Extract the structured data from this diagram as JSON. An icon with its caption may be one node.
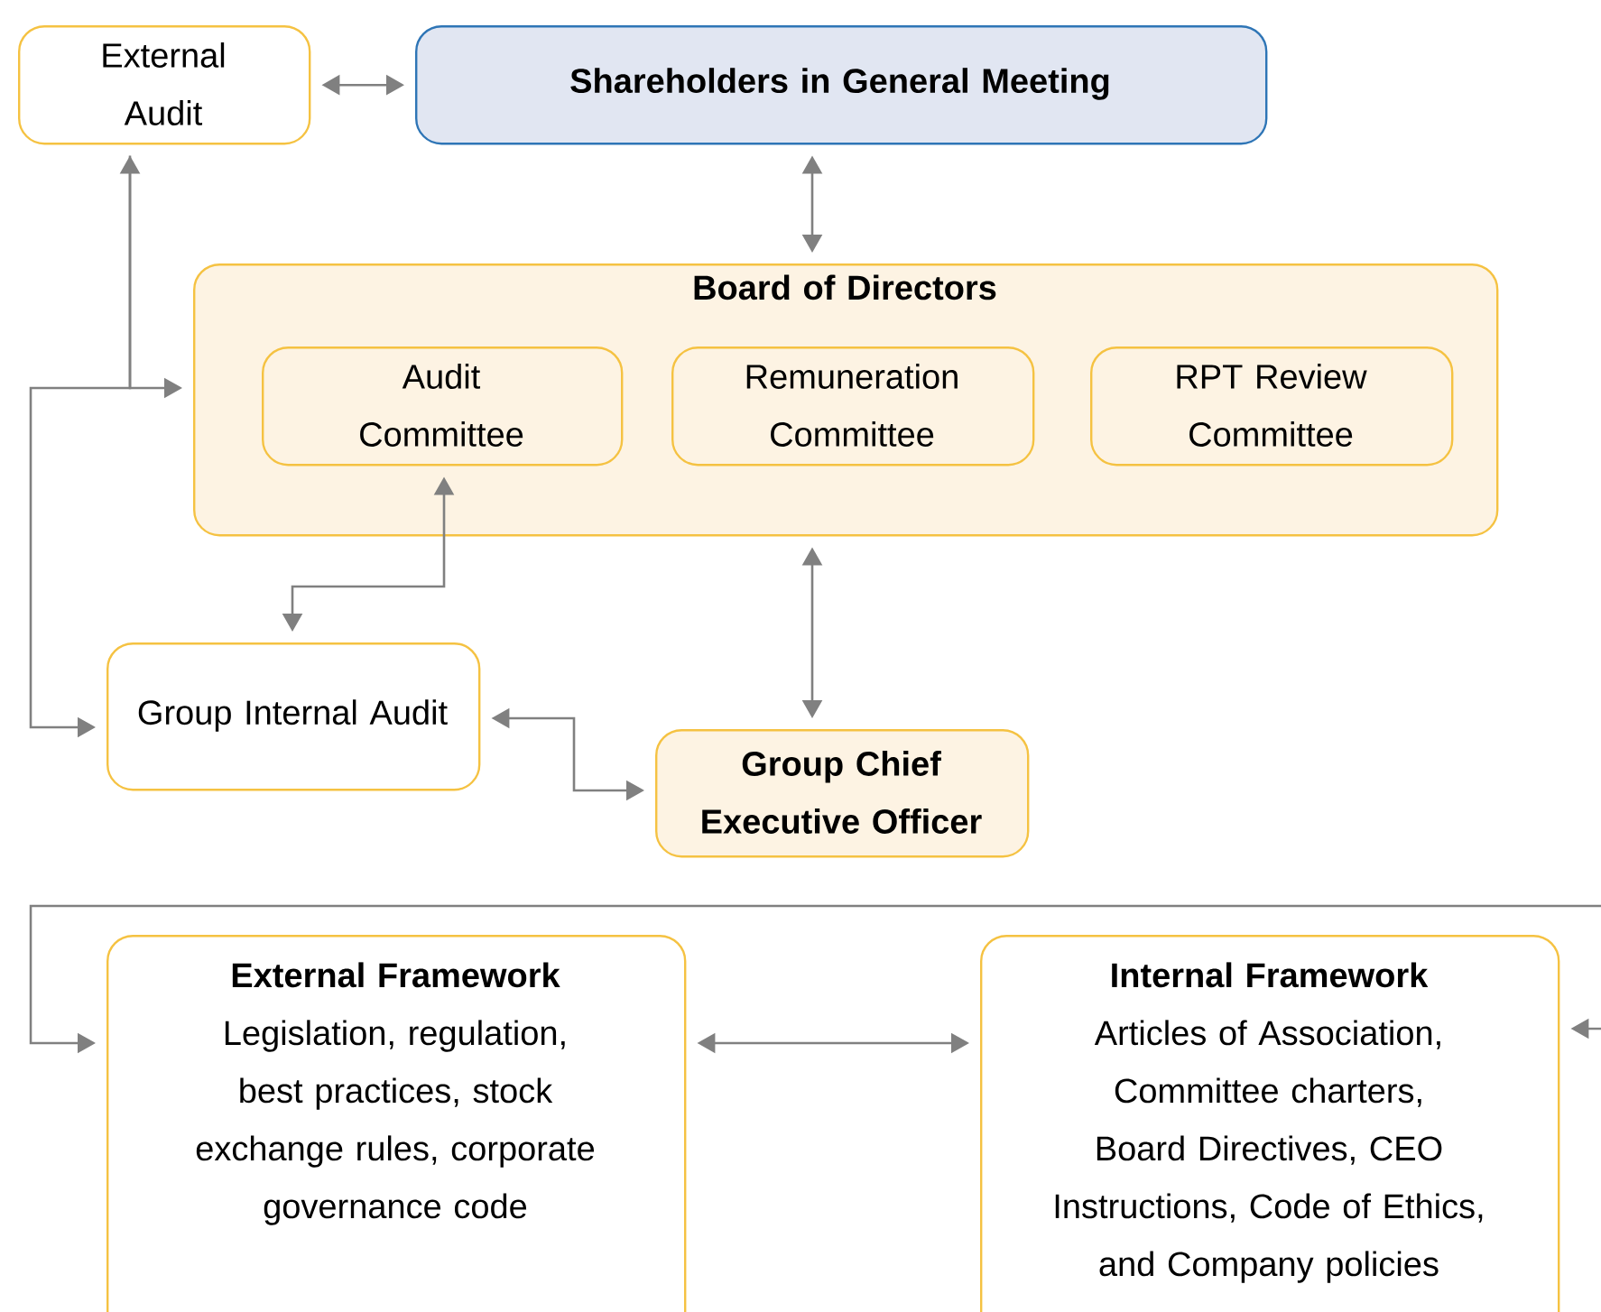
{
  "diagram": {
    "nodes": [
      {
        "text": [
          "External Audit"
        ]
      },
      {
        "text": [
          "Shareholders in General Meeting"
        ]
      },
      {
        "text": [
          "Board of Directors"
        ]
      },
      {
        "text": [
          "Audit Committee"
        ],
        "in": 2
      },
      {
        "text": [
          "Remuneration Committee"
        ],
        "in": 2
      },
      {
        "text": [
          "RPT Review Committee"
        ],
        "in": 2
      },
      {
        "text": [
          "Group Internal Audit"
        ]
      },
      {
        "text": [
          "Group Chief Executive Officer"
        ]
      },
      {
        "text": [
          "External Framework",
          "Legislation, regulation, best practices, stock exchange rules, corporate governance code"
        ]
      },
      {
        "text": [
          "Internal Framework",
          "Articles of Association, Committee charters, Board Directives, CEO Instructions, Code of Ethics, and Company policies"
        ]
      }
    ],
    "edges": [
      {
        "from": 0,
        "to": 1,
        "arrow": "both"
      },
      {
        "from": 1,
        "to": 2,
        "arrow": "both"
      },
      {
        "from": 0,
        "to": 2,
        "arrow": "both"
      },
      {
        "from": 0,
        "to": 6,
        "arrow": "to"
      },
      {
        "from": 3,
        "to": 6,
        "arrow": "both"
      },
      {
        "from": 2,
        "to": 7,
        "arrow": "both"
      },
      {
        "from": 6,
        "to": 7,
        "arrow": "both"
      },
      {
        "from": 8,
        "to": 9,
        "arrow": "both"
      },
      {
        "from": null,
        "to": 8,
        "arrow": "to"
      },
      {
        "from": null,
        "to": 9,
        "arrow": "to"
      }
    ]
  }
}
